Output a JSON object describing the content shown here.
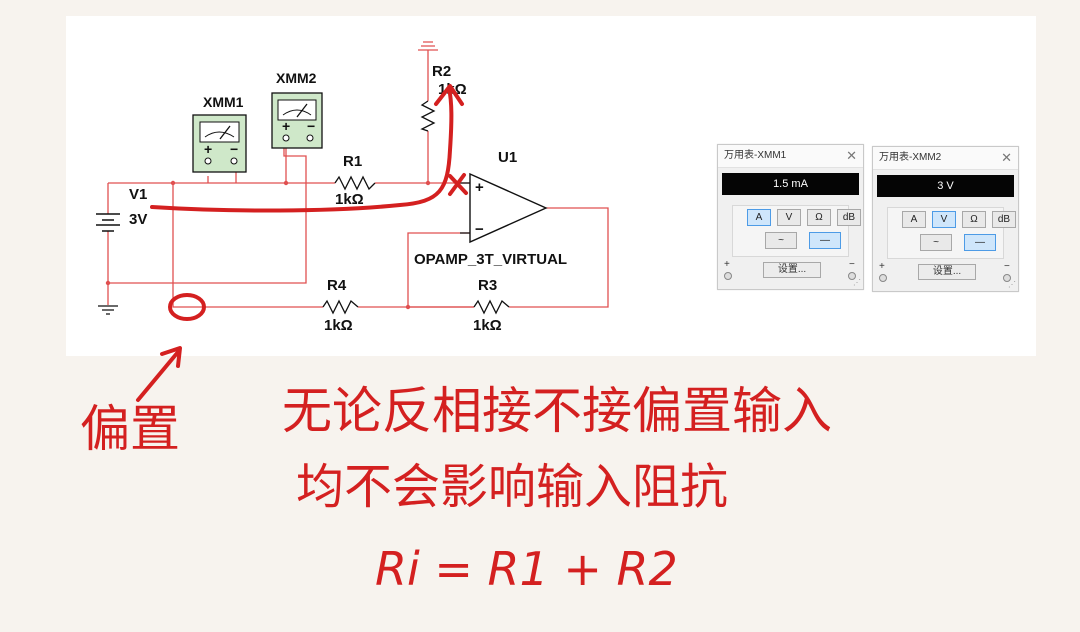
{
  "schematic": {
    "source": {
      "name": "V1",
      "value": "3V"
    },
    "r1": {
      "name": "R1",
      "value": "1kΩ"
    },
    "r2": {
      "name": "R2",
      "value": "1kΩ"
    },
    "r3": {
      "name": "R3",
      "value": "1kΩ"
    },
    "r4": {
      "name": "R4",
      "value": "1kΩ"
    },
    "opamp": {
      "ref": "U1",
      "model": "OPAMP_3T_VIRTUAL",
      "plus": "+",
      "minus": "−"
    },
    "xmm1": {
      "name": "XMM1",
      "plus": "+",
      "minus": "−"
    },
    "xmm2": {
      "name": "XMM2",
      "plus": "+",
      "minus": "−"
    }
  },
  "meters": [
    {
      "title": "万用表-XMM1",
      "reading": "1.5 mA",
      "modes": [
        "A",
        "V",
        "Ω",
        "dB"
      ],
      "active_mode": "A",
      "ac_symbol": "~",
      "dc_symbol": "—",
      "settings_label": "设置...",
      "plus": "+",
      "minus": "−"
    },
    {
      "title": "万用表-XMM2",
      "reading": "3 V",
      "modes": [
        "A",
        "V",
        "Ω",
        "dB"
      ],
      "active_mode": "V",
      "ac_symbol": "~",
      "dc_symbol": "—",
      "settings_label": "设置...",
      "plus": "+",
      "minus": "−"
    }
  ],
  "annotations": {
    "bias_label": "偏置",
    "line1": "无论反相接不接偏置输入",
    "line2": "均不会影响输入阻抗",
    "formula": "Ri = R1 + R2",
    "pen_color": "#d42020"
  },
  "colors": {
    "wire": "#e05050",
    "ink": "#111111",
    "display_bg": "#050505",
    "active_btn": "#cfe6fb"
  }
}
